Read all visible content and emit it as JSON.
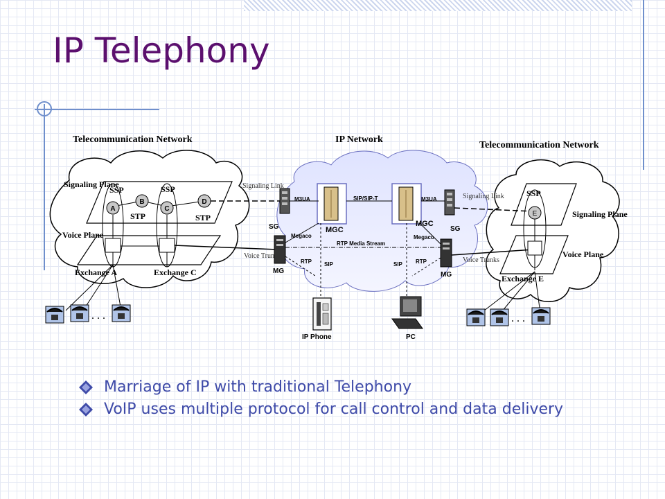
{
  "slide": {
    "title": "IP Telephony",
    "accent_color": "#5b0f6e",
    "bullet_color": "#3e4aa8"
  },
  "diagram": {
    "left_network_title": "Telecommunication Network",
    "center_network_title": "IP Network",
    "right_network_title": "Telecommunication Network",
    "signaling_plane_label": "Signaling Plane",
    "voice_plane_label": "Voice Plane",
    "ssp": "SSP",
    "stp": "STP",
    "node_a": "A",
    "node_b": "B",
    "node_c": "C",
    "node_d": "D",
    "node_e": "E",
    "exchange_a": "Exchange A",
    "exchange_c": "Exchange C",
    "exchange_e": "Exchange E",
    "signaling_link": "Signaling Link",
    "voice_trunks": "Voice Trunks",
    "sg": "SG",
    "mg": "MG",
    "mgc": "MGC",
    "m3ua": "M3UA",
    "sip_sip_t": "SIP/SIP-T",
    "megaco": "Megaco",
    "rtp_media_stream": "RTP Media Stream",
    "rtp": "RTP",
    "sip": "SIP",
    "ip_phone": "IP Phone",
    "pc": "PC"
  },
  "bullets": [
    "Marriage of IP with traditional Telephony",
    "VoIP uses multiple protocol for call control and data delivery"
  ]
}
